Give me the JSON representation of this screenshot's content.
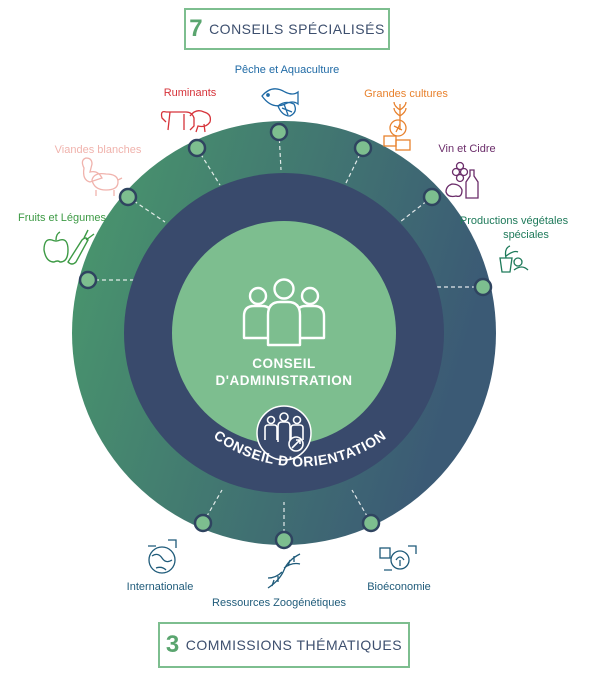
{
  "top_box": {
    "number": "7",
    "label": "CONSEILS SPÉCIALISÉS"
  },
  "bottom_box": {
    "number": "3",
    "label": "COMMISSIONS THÉMATIQUES"
  },
  "center": {
    "line1": "CONSEIL",
    "line2": "D'ADMINISTRATION"
  },
  "ring": {
    "label": "CONSEIL D'ORIENTATION"
  },
  "councils": [
    {
      "label": "Fruits et Légumes",
      "color": "#3d9a45",
      "icon": "fruit-vegetable-icon"
    },
    {
      "label": "Viandes blanches",
      "color": "#f0b3ad",
      "icon": "poultry-pig-icon"
    },
    {
      "label": "Ruminants",
      "color": "#d6333a",
      "icon": "cow-sheep-icon"
    },
    {
      "label": "Pêche et Aquaculture",
      "color": "#1f6aa5",
      "icon": "fish-shell-icon"
    },
    {
      "label": "Grandes cultures",
      "color": "#e8822e",
      "icon": "grain-crops-icon"
    },
    {
      "label": "Vin et Cidre",
      "color": "#6b2d6a",
      "icon": "wine-cider-icon"
    },
    {
      "label_line1": "Productions végétales",
      "label_line2": "spéciales",
      "color": "#1e7a5a",
      "icon": "special-plants-icon"
    }
  ],
  "commissions": [
    {
      "label": "Internationale",
      "color": "#1f5b7a",
      "icon": "globe-icon"
    },
    {
      "label": "Ressources Zoogénétiques",
      "color": "#1f5b7a",
      "icon": "dna-icon"
    },
    {
      "label": "Bioéconomie",
      "color": "#1f5b7a",
      "icon": "bioeconomy-icon"
    }
  ],
  "colors": {
    "outer_ring_start": "#3f8f68",
    "outer_ring_end": "#3c5f78",
    "middle_ring": "#394a6c",
    "inner_circle": "#7dbe8f",
    "node_fill": "#7dbe8f"
  }
}
